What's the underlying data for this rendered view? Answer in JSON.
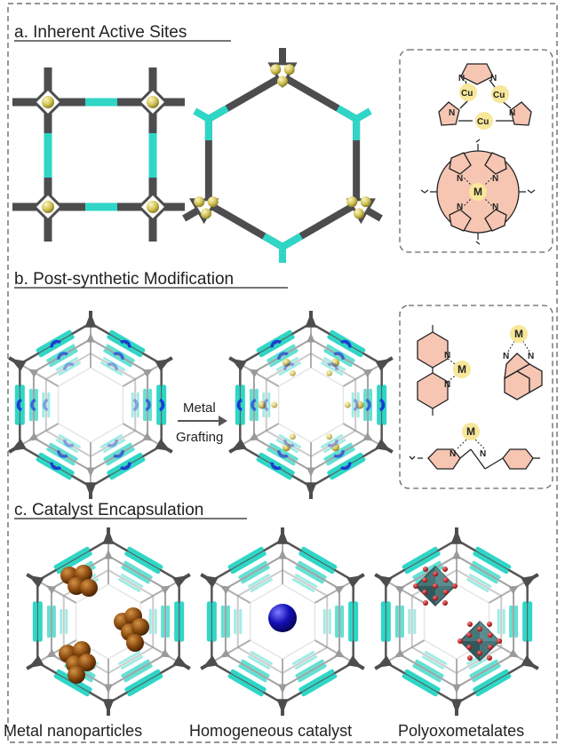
{
  "colors": {
    "gray": "#4d4d4f",
    "cyan": "#2fd6c6",
    "gold": "#cdbf52",
    "blue": "#1a3dd6",
    "salmon": "#f6c6b3",
    "yellow": "#f8e79a",
    "brown": "#8a4b0f",
    "navy": "#1410b8",
    "teal": "#3f6f72",
    "red": "#b3141a"
  },
  "sections": [
    {
      "title": "a. Inherent Active Sites"
    },
    {
      "title": "b. Post-synthetic Modification"
    },
    {
      "title": "c. Catalyst Encapsulation"
    }
  ],
  "arrow": {
    "line1": "Metal",
    "line2": "Grafting"
  },
  "chem": {
    "cu": "Cu",
    "n": "N",
    "m": "M"
  },
  "captions": [
    "Metal nanoparticles",
    "Homogeneous catalyst",
    "Polyoxometalates"
  ]
}
